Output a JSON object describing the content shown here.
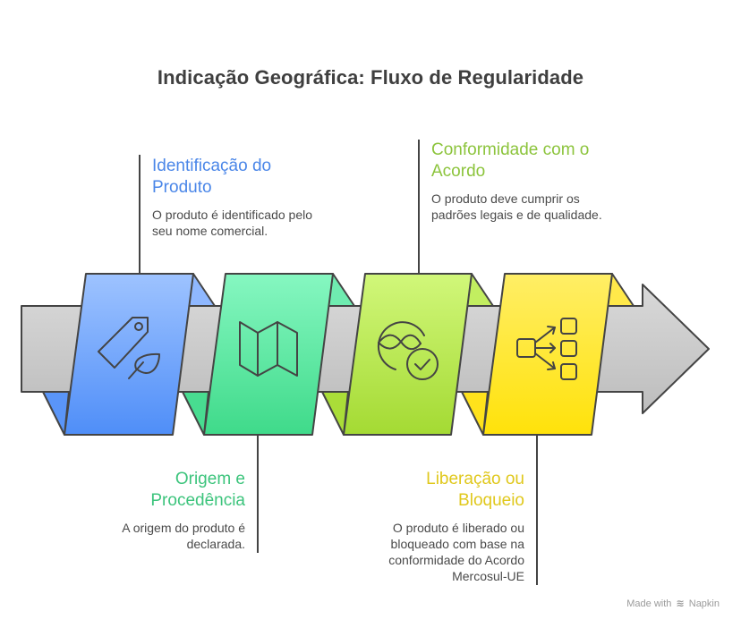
{
  "title": "Indicação Geográfica: Fluxo de Regularidade",
  "steps": [
    {
      "heading": "Identificação do Produto",
      "description": "O produto é identificado pelo seu nome comercial.",
      "icon": "price-tag-leaf-icon",
      "color": "#5b94f5",
      "label_position": "top"
    },
    {
      "heading": "Origem e Procedência",
      "description": "A origem do produto é declarada.",
      "icon": "folded-map-icon",
      "color": "#4fdf95",
      "label_position": "bottom"
    },
    {
      "heading": "Conformidade com o Acordo",
      "description": "O produto deve cumprir os padrões legais e de qualidade.",
      "icon": "dna-checkmark-icon",
      "color": "#b5e34a",
      "label_position": "top"
    },
    {
      "heading": "Liberação ou Bloqueio",
      "description": "O produto é liberado ou bloqueado com base na conformidade do Acordo Mercosul-UE",
      "icon": "distribution-arrows-icon",
      "color": "#ffe41f",
      "label_position": "bottom"
    }
  ],
  "footer": {
    "made_with": "Made with",
    "brand": "Napkin"
  }
}
